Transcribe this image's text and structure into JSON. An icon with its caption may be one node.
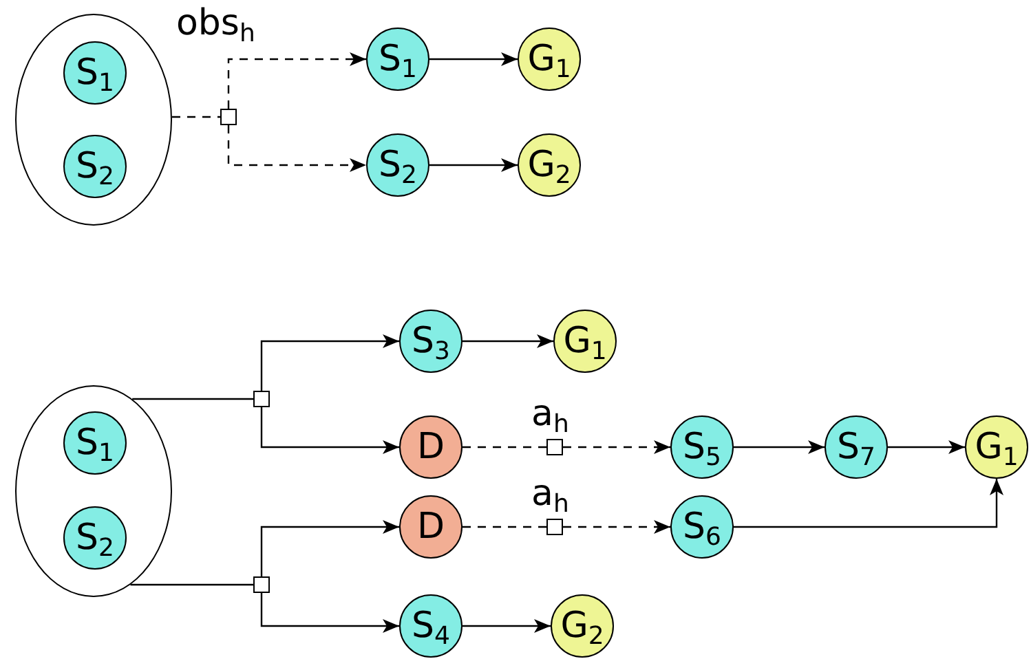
{
  "diagram": {
    "nodes": [
      {
        "text": [],
        "shape": "ellipse"
      },
      {
        "text": [
          "S$_{1}$"
        ],
        "in": 0
      },
      {
        "text": [
          "S$_{2}$"
        ],
        "in": 0
      },
      {
        "text": [],
        "shape": "box"
      },
      {
        "text": [
          "S$_{1}$"
        ]
      },
      {
        "text": [
          "G$_{1}$"
        ]
      },
      {
        "text": [
          "S$_{2}$"
        ]
      },
      {
        "text": [
          "G$_{2}$"
        ]
      },
      {
        "text": [],
        "shape": "ellipse"
      },
      {
        "text": [
          "S$_{1}$"
        ],
        "in": 8
      },
      {
        "text": [
          "S$_{2}$"
        ],
        "in": 8
      },
      {
        "text": [],
        "shape": "box"
      },
      {
        "text": [],
        "shape": "box"
      },
      {
        "text": [
          "S$_{3}$"
        ]
      },
      {
        "text": [
          "G$_{1}$"
        ]
      },
      {
        "text": [
          "D"
        ]
      },
      {
        "text": [],
        "shape": "box"
      },
      {
        "text": [
          "S$_{5}$"
        ]
      },
      {
        "text": [
          "S$_{7}$"
        ]
      },
      {
        "text": [
          "G$_{1}$"
        ]
      },
      {
        "text": [
          "D"
        ]
      },
      {
        "text": [],
        "shape": "box"
      },
      {
        "text": [
          "S$_{6}$"
        ]
      },
      {
        "text": [
          "S$_{4}$"
        ]
      },
      {
        "text": [
          "G$_{2}$"
        ]
      }
    ],
    "edges": [
      {
        "from": 0,
        "to": 3,
        "arrow": "none",
        "style": "dashed"
      },
      {
        "from": 3,
        "to": 4,
        "arrow": "to",
        "style": "dashed"
      },
      {
        "from": 3,
        "to": 6,
        "arrow": "to",
        "style": "dashed"
      },
      {
        "from": 4,
        "to": 5,
        "arrow": "to"
      },
      {
        "from": 6,
        "to": 7,
        "arrow": "to"
      },
      {
        "from": 8,
        "to": 11,
        "arrow": "none"
      },
      {
        "from": 8,
        "to": 12,
        "arrow": "none"
      },
      {
        "from": 11,
        "to": 13,
        "arrow": "to"
      },
      {
        "from": 11,
        "to": 15,
        "arrow": "to"
      },
      {
        "from": 13,
        "to": 14,
        "arrow": "to"
      },
      {
        "from": 15,
        "to": 16,
        "arrow": "none",
        "style": "dashed"
      },
      {
        "from": 16,
        "to": 17,
        "arrow": "to",
        "style": "dashed"
      },
      {
        "from": 17,
        "to": 18,
        "arrow": "to"
      },
      {
        "from": 18,
        "to": 19,
        "arrow": "to"
      },
      {
        "from": 12,
        "to": 20,
        "arrow": "to"
      },
      {
        "from": 12,
        "to": 23,
        "arrow": "to"
      },
      {
        "from": 20,
        "to": 21,
        "arrow": "none",
        "style": "dashed"
      },
      {
        "from": 21,
        "to": 22,
        "arrow": "to",
        "style": "dashed"
      },
      {
        "from": 22,
        "to": 19,
        "arrow": "to"
      },
      {
        "from": 23,
        "to": 24,
        "arrow": "to"
      }
    ],
    "labels": [
      "obs$_{h}$",
      "a$_{h}$",
      "a$_{h}$"
    ]
  }
}
